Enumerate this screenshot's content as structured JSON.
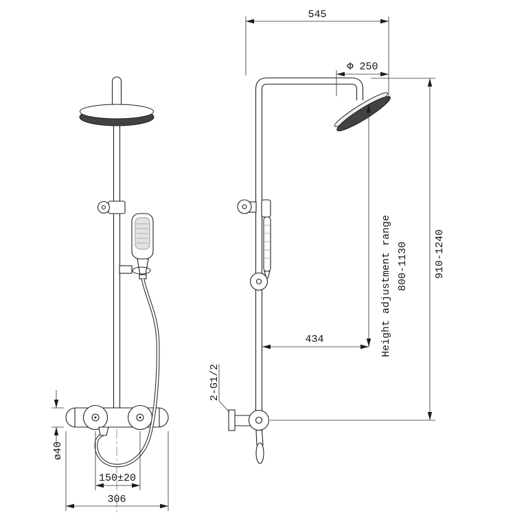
{
  "front_view": {
    "dim_body_diameter": "ø40",
    "dim_inlet_spacing": "150±20",
    "dim_valve_width": "306"
  },
  "side_view": {
    "dim_total_depth": "545",
    "dim_head_diameter": "Φ 250",
    "dim_overall_height": "910-1240",
    "adjustment_label": "Height adjustment range",
    "dim_adjustment_range": "800-1130",
    "dim_horizontal_offset": "434",
    "inlet_thread_label": "2-G1/2"
  },
  "colors": {
    "line": "#1f1f1f",
    "shower_head_fill": "#424242",
    "background": "#ffffff"
  }
}
